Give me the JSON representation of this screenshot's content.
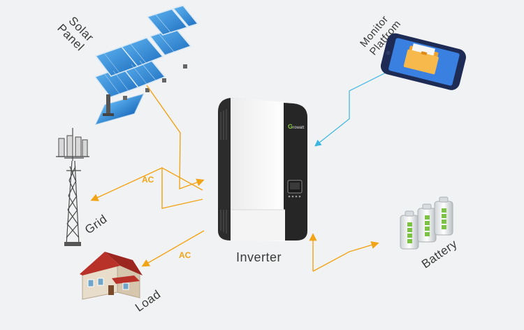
{
  "labels": {
    "solar_panel_line1": "Solar",
    "solar_panel_line2": "Panel",
    "monitor_line1": "Monitor",
    "monitor_line2": "Platfrom",
    "grid": "Grid",
    "load": "Load",
    "inverter": "Inverter",
    "battery": "Battery",
    "ac_grid": "AC",
    "ac_load": "AC"
  },
  "brand": "Growatt",
  "colors": {
    "background": "#f1f2f3",
    "ac_flow": "#f2a417",
    "data_flow": "#3ab6e0",
    "panel_blue": "#2d8fd8",
    "inverter_dark": "#2c2c2c",
    "battery_green": "#7cc243",
    "roof_red": "#b8322a"
  },
  "icons": [
    "solar-panel-icon",
    "phone-icon",
    "folder-icon",
    "tower-icon",
    "house-icon",
    "battery-icon",
    "inverter-icon"
  ]
}
